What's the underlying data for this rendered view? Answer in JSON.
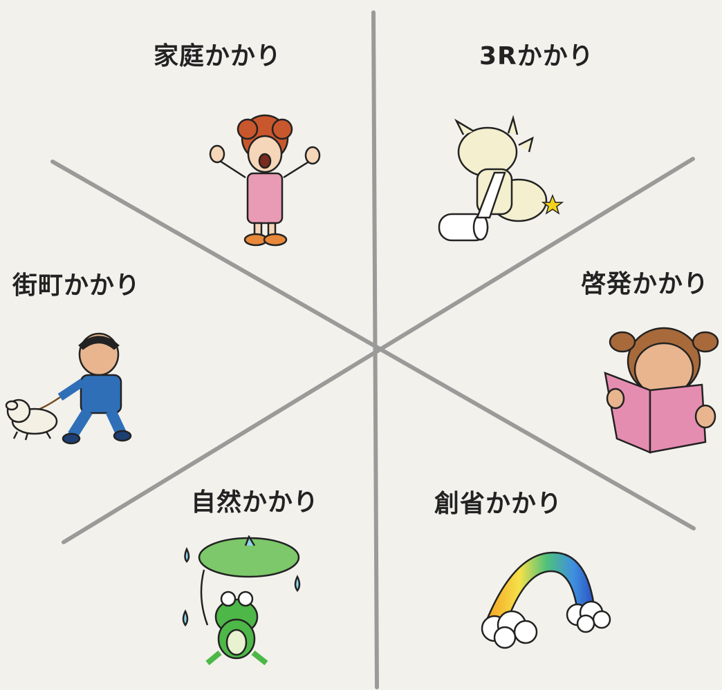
{
  "sections": [
    {
      "id": "katei",
      "label": "家庭かかり",
      "icon": "shouting-mother-icon"
    },
    {
      "id": "3r",
      "label": "3Rかかり",
      "icon": "goat-eating-paper-icon"
    },
    {
      "id": "machi",
      "label": "街町かかり",
      "icon": "man-walking-dog-icon"
    },
    {
      "id": "keihatsu",
      "label": "啓発かかり",
      "icon": "girl-reading-book-icon"
    },
    {
      "id": "shizen",
      "label": "自然かかり",
      "icon": "frog-with-leaf-umbrella-icon"
    },
    {
      "id": "sousei",
      "label": "創省かかり",
      "icon": "rainbow-icon"
    }
  ],
  "colors": {
    "background": "#f2f1ec",
    "divider": "#9a9a98",
    "text": "#222222",
    "apron": "#e99ab4",
    "hair": "#c9572d",
    "book": "#e58db0",
    "frog": "#4db848",
    "leaf": "#7cc86a",
    "jacket": "#2f6fb8"
  }
}
